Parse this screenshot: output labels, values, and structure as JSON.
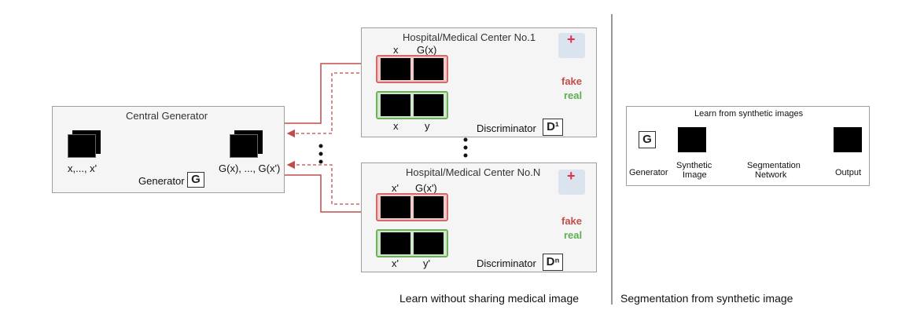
{
  "central": {
    "title": "Central Generator",
    "input_label": "x,..., x'",
    "output_label": "G(x), ..., G(x')",
    "generator_label": "Generator",
    "g_symbol": "G"
  },
  "hospital1": {
    "title": "Hospital/Medical Center No.1",
    "top_x": "x",
    "top_gx": "G(x)",
    "bottom_x": "x",
    "bottom_y": "y",
    "fake": "fake",
    "real": "real",
    "disc_label": "Discriminator",
    "d_symbol": "D¹"
  },
  "hospitalN": {
    "title": "Hospital/Medical Center No.N",
    "top_x": "x'",
    "top_gx": "G(x')",
    "bottom_x": "x'",
    "bottom_y": "y'",
    "fake": "fake",
    "real": "real",
    "disc_label": "Discriminator",
    "d_symbol": "Dⁿ"
  },
  "right": {
    "title": "Learn from synthetic images",
    "g_symbol": "G",
    "generator": "Generator",
    "synthetic": "Synthetic",
    "image": "Image",
    "segmentation": "Segmentation",
    "network": "Network",
    "output": "Output"
  },
  "captions": {
    "left": "Learn without sharing medical image",
    "right": "Segmentation from synthetic image"
  },
  "colors": {
    "red": "#c24b4b",
    "green": "#5fae4f",
    "blue_net": "#8fb3df",
    "pink_net": "#d9a5c4"
  }
}
